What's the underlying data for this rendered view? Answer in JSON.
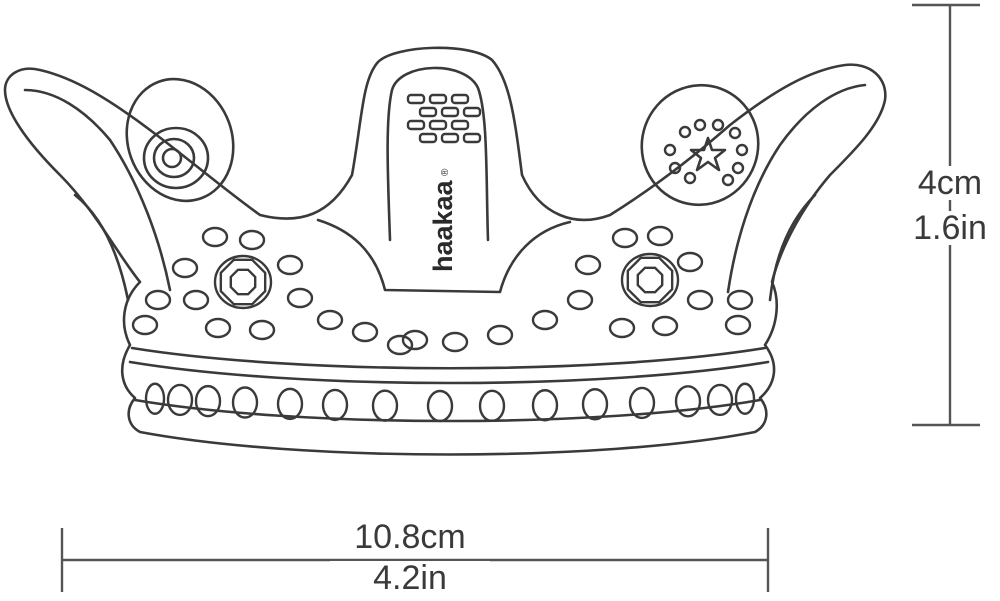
{
  "brand": "haakaa",
  "brand_mark": "®",
  "dimensions": {
    "width_cm": "10.8cm",
    "width_in": "4.2in",
    "height_cm": "4cm",
    "height_in": "1.6in"
  },
  "colors": {
    "outline": "#3a3a3a",
    "background": "#ffffff",
    "dimension_line": "#555555"
  }
}
